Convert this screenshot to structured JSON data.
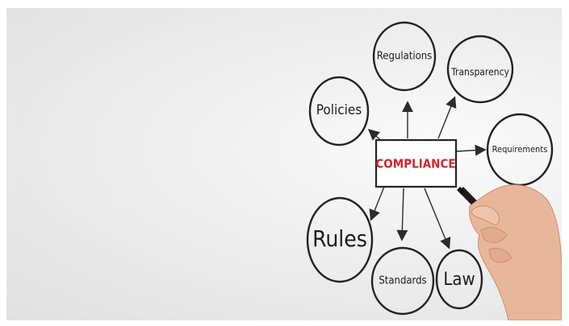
{
  "center": {
    "label": "COMPLIANCE",
    "color": "#d8232a"
  },
  "nodes": {
    "regulations": "Regulations",
    "transparency": "Transparency",
    "policies": "Policies",
    "requirements": "Requirements",
    "rules": "Rules",
    "standards": "Standards",
    "law": "Law"
  }
}
